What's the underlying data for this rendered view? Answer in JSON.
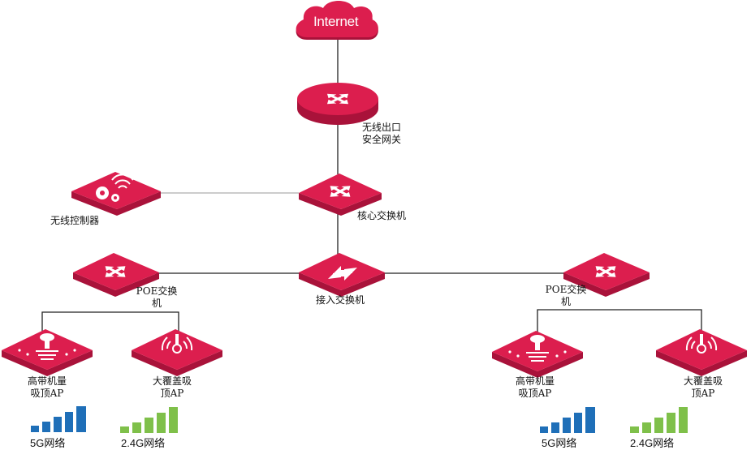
{
  "nodes": {
    "internet": {
      "label": "Internet"
    },
    "gateway": {
      "line1": "无线出口",
      "line2": "安全网关"
    },
    "core_switch": {
      "label": "核心交换机"
    },
    "wireless_controller": {
      "label": "无线控制器"
    },
    "access_switch": {
      "label": "接入交换机"
    },
    "poe_left": {
      "line1": "POE交换",
      "line2": "机"
    },
    "poe_right": {
      "line1": "POE交换",
      "line2": "机"
    },
    "ap_hd_left": {
      "line1": "高带机量",
      "line2": "吸顶AP"
    },
    "ap_wide_left": {
      "line1": "大覆盖吸",
      "line2": "顶AP"
    },
    "ap_hd_right": {
      "line1": "高带机量",
      "line2": "吸顶AP"
    },
    "ap_wide_right": {
      "line1": "大覆盖吸",
      "line2": "顶AP"
    }
  },
  "legend": {
    "band_5g": {
      "label": "5G网络",
      "color": "#1f6fb8"
    },
    "band_24g": {
      "label": "2.4G网络",
      "color": "#7fc04a"
    }
  },
  "colors": {
    "device": "#dc1e4e",
    "device_side": "#a9123a",
    "link": "#222222",
    "link_light": "#9a9a9a"
  }
}
